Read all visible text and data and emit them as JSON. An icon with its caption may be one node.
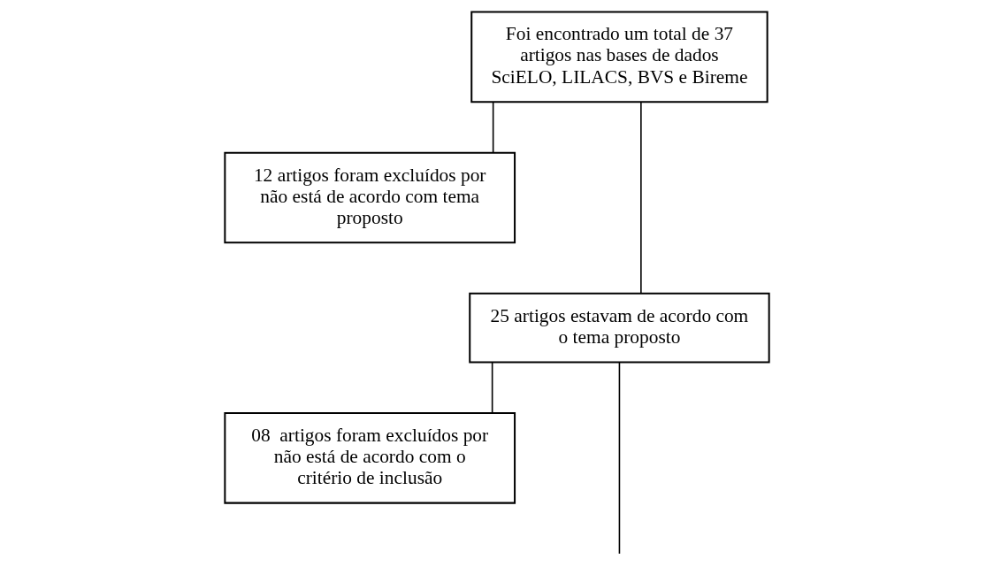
{
  "diagram": {
    "nodes": [
      {
        "text": [
          "Foi encontrado um total de 37 artigos nas bases de dados SciELO, LILACS, BVS e Bireme"
        ]
      },
      {
        "text": [
          "12 artigos foram excluídos por não está de acordo com tema proposto"
        ]
      },
      {
        "text": [
          "25 artigos estavam de acordo com o tema proposto"
        ]
      },
      {
        "text": [
          "08  artigos foram excluídos por não está de acordo com o critério de inclusão"
        ]
      }
    ],
    "edges": [
      {
        "from": 0,
        "to": 2,
        "arrow": "none"
      },
      {
        "from": 0,
        "to": 1,
        "arrow": "none"
      },
      {
        "from": 2,
        "to": 3,
        "arrow": "none"
      },
      {
        "from": 2,
        "to": null,
        "arrow": "none"
      }
    ]
  }
}
